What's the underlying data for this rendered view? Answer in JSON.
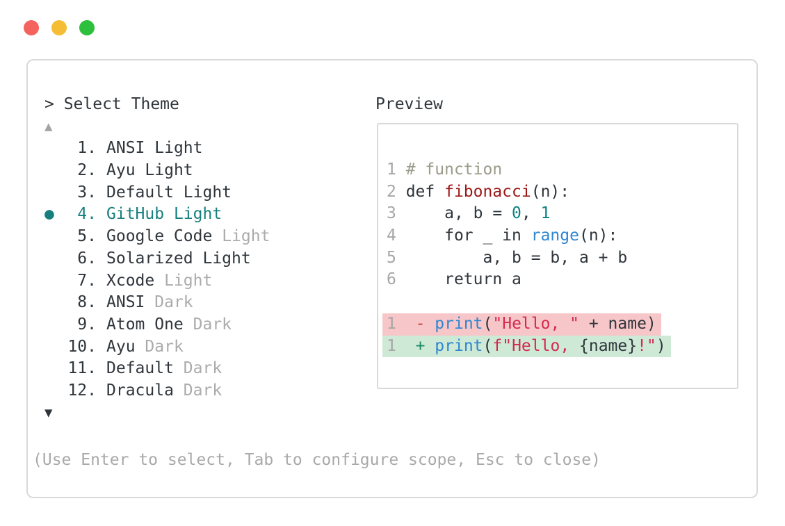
{
  "colors": {
    "light_red": "#f4635e",
    "light_yellow": "#f5bd33",
    "light_green": "#2cc03c",
    "border": "#d9d9d9",
    "text": "#2f353b",
    "dim": "#ababab",
    "help": "#a9a9a9",
    "selected": "#17807e",
    "tri_up": "#a3a3a3",
    "tri_down": "#2f353b",
    "linenum": "#a6a6a6",
    "comment": "#9b9b8b",
    "function": "#9c1818",
    "number": "#0c8181",
    "builtin": "#2e86cf",
    "string": "#d4294e",
    "del_marker": "#c33c3f",
    "ins_marker": "#1d8a66",
    "del_bg": "#f7c6c8",
    "ins_bg": "#cfe9d7"
  },
  "traffic_lights": [
    {
      "name": "close",
      "color_key": "light_red"
    },
    {
      "name": "minimize",
      "color_key": "light_yellow"
    },
    {
      "name": "zoom",
      "color_key": "light_green"
    }
  ],
  "selector": {
    "title": "> Select Theme",
    "scroll_up_icon": "▲",
    "scroll_down_icon": "▼",
    "bullet": "●",
    "items": [
      {
        "num": "1.",
        "name": "ANSI",
        "variant": "Light",
        "variant_dim": false,
        "selected": false
      },
      {
        "num": "2.",
        "name": "Ayu",
        "variant": "Light",
        "variant_dim": false,
        "selected": false
      },
      {
        "num": "3.",
        "name": "Default",
        "variant": "Light",
        "variant_dim": false,
        "selected": false
      },
      {
        "num": "4.",
        "name": "GitHub",
        "variant": "Light",
        "variant_dim": false,
        "selected": true
      },
      {
        "num": "5.",
        "name": "Google Code",
        "variant": "Light",
        "variant_dim": true,
        "selected": false
      },
      {
        "num": "6.",
        "name": "Solarized",
        "variant": "Light",
        "variant_dim": false,
        "selected": false
      },
      {
        "num": "7.",
        "name": "Xcode",
        "variant": "Light",
        "variant_dim": true,
        "selected": false
      },
      {
        "num": "8.",
        "name": "ANSI",
        "variant": "Dark",
        "variant_dim": true,
        "selected": false
      },
      {
        "num": "9.",
        "name": "Atom One",
        "variant": "Dark",
        "variant_dim": true,
        "selected": false
      },
      {
        "num": "10.",
        "name": "Ayu",
        "variant": "Dark",
        "variant_dim": true,
        "selected": false
      },
      {
        "num": "11.",
        "name": "Default",
        "variant": "Dark",
        "variant_dim": true,
        "selected": false
      },
      {
        "num": "12.",
        "name": "Dracula",
        "variant": "Dark",
        "variant_dim": true,
        "selected": false
      }
    ],
    "help": "(Use Enter to select, Tab to configure scope, Esc to close)"
  },
  "preview": {
    "title": "Preview",
    "code_lines": [
      {
        "num": "1",
        "tokens": [
          {
            "t": "# function",
            "c": "comment"
          }
        ]
      },
      {
        "num": "2",
        "tokens": [
          {
            "t": "def ",
            "c": "text"
          },
          {
            "t": "fibonacci",
            "c": "function"
          },
          {
            "t": "(n):",
            "c": "text"
          }
        ]
      },
      {
        "num": "3",
        "tokens": [
          {
            "t": "    a, b = ",
            "c": "text"
          },
          {
            "t": "0",
            "c": "number"
          },
          {
            "t": ", ",
            "c": "text"
          },
          {
            "t": "1",
            "c": "number"
          }
        ]
      },
      {
        "num": "4",
        "tokens": [
          {
            "t": "    for _ in ",
            "c": "text"
          },
          {
            "t": "range",
            "c": "builtin"
          },
          {
            "t": "(n):",
            "c": "text"
          }
        ]
      },
      {
        "num": "5",
        "tokens": [
          {
            "t": "        a, b = b, a + b",
            "c": "text"
          }
        ]
      },
      {
        "num": "6",
        "tokens": [
          {
            "t": "    return a",
            "c": "text"
          }
        ]
      },
      {
        "blank": true
      },
      {
        "diff": "del",
        "num": "1",
        "tokens": [
          {
            "t": " ",
            "c": "text"
          },
          {
            "t": "-",
            "c": "del_marker"
          },
          {
            "t": " ",
            "c": "text"
          },
          {
            "t": "print",
            "c": "builtin"
          },
          {
            "t": "(",
            "c": "text"
          },
          {
            "t": "\"Hello, \"",
            "c": "string"
          },
          {
            "t": " + name)",
            "c": "text"
          }
        ]
      },
      {
        "diff": "ins",
        "num": "1",
        "tokens": [
          {
            "t": " ",
            "c": "text"
          },
          {
            "t": "+",
            "c": "ins_marker"
          },
          {
            "t": " ",
            "c": "text"
          },
          {
            "t": "print",
            "c": "builtin"
          },
          {
            "t": "(",
            "c": "text"
          },
          {
            "t": "f\"Hello, ",
            "c": "string"
          },
          {
            "t": "{name}",
            "c": "text"
          },
          {
            "t": "!\"",
            "c": "string"
          },
          {
            "t": ")",
            "c": "text"
          }
        ]
      }
    ]
  }
}
